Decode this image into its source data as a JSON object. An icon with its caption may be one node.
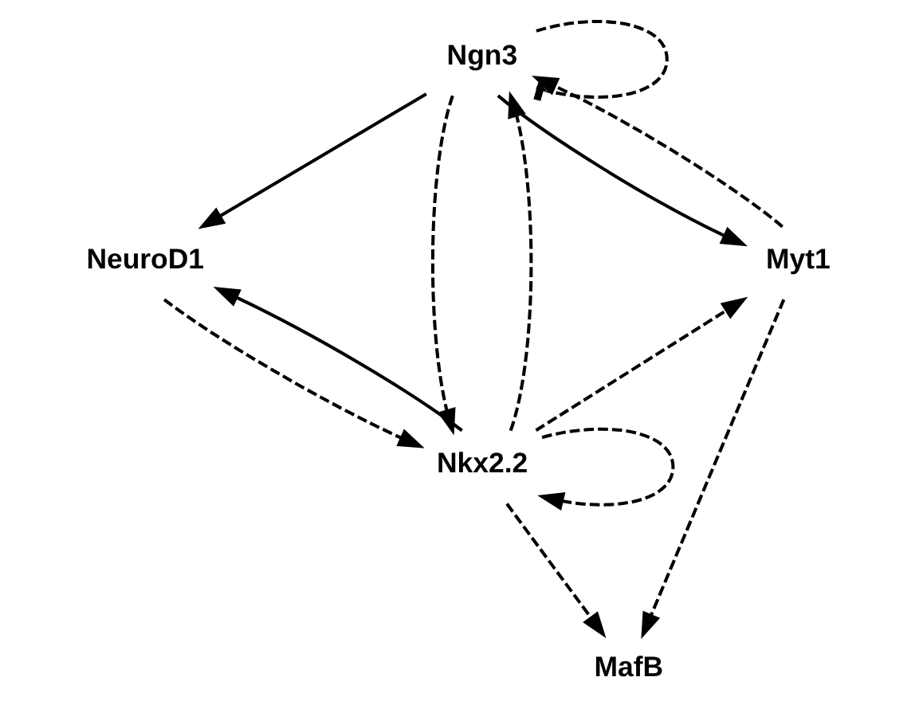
{
  "diagram": {
    "nodes": [
      {
        "text": [
          "Ngn3"
        ]
      },
      {
        "text": [
          "NeuroD1"
        ]
      },
      {
        "text": [
          "Myt1"
        ]
      },
      {
        "text": [
          "MafB"
        ]
      },
      {
        "text": [
          "Nkx2.2"
        ]
      }
    ],
    "edges": [
      {
        "from": 0,
        "to": 0,
        "arrow": "other",
        "style": "dashed"
      },
      {
        "from": 0,
        "to": 1,
        "arrow": "to"
      },
      {
        "from": 0,
        "to": 2,
        "arrow": "to"
      },
      {
        "from": 2,
        "to": 0,
        "arrow": "to",
        "style": "dashed"
      },
      {
        "from": 0,
        "to": 4,
        "arrow": "to",
        "style": "dashed"
      },
      {
        "from": 4,
        "to": 0,
        "arrow": "to",
        "style": "dashed"
      },
      {
        "from": 1,
        "to": 4,
        "arrow": "to",
        "style": "dashed"
      },
      {
        "from": 4,
        "to": 1,
        "arrow": "to"
      },
      {
        "from": 4,
        "to": 2,
        "arrow": "to",
        "style": "dashed"
      },
      {
        "from": 2,
        "to": 3,
        "arrow": "to",
        "style": "dashed"
      },
      {
        "from": 4,
        "to": 3,
        "arrow": "to",
        "style": "dashed"
      },
      {
        "from": 4,
        "to": 4,
        "arrow": "to",
        "style": "dashed"
      }
    ]
  }
}
